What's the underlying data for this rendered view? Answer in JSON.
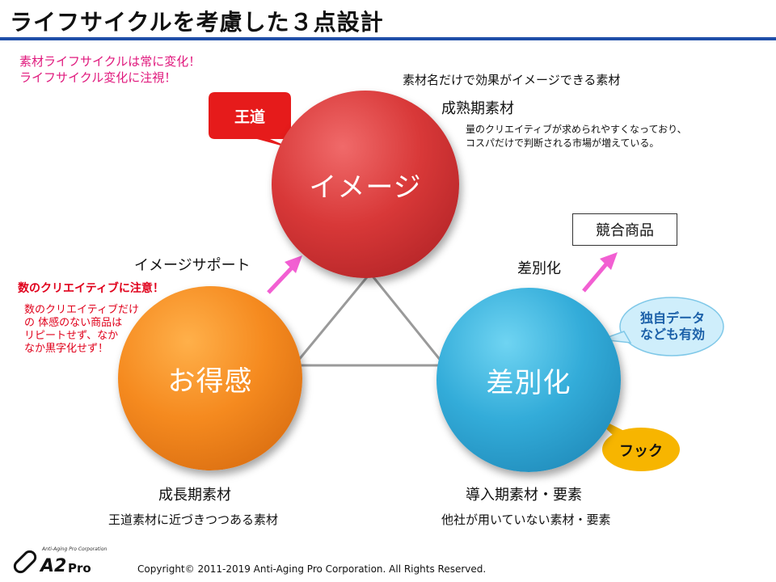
{
  "title": "ライフサイクルを考慮した３点設計",
  "notes": {
    "top_left_line1": "素材ライフサイクルは常に変化！",
    "top_left_line2": "ライフサイクル変化に注視！",
    "left_warning_title": "数のクリエイティブに注意！",
    "left_warning_lines": [
      "数のクリエイティブだけ",
      "の 体感のない商品は",
      "リピートせず、なか",
      "なか黒字化せず！"
    ]
  },
  "circles": {
    "image": "イメージ",
    "otoku": "お得感",
    "sabetsu": "差別化"
  },
  "callouts": {
    "oudou": "王道",
    "dokuji_line1": "独自データ",
    "dokuji_line2": "なども有効",
    "hook": "フック"
  },
  "labels": {
    "top_desc": "素材名だけで効果がイメージできる素材",
    "mature": "成熟期素材",
    "mature_desc_line1": "量のクリエイティブが求められやすくなっており、",
    "mature_desc_line2": "コスパだけで判断される市場が増えている。",
    "competitor": "競合商品",
    "image_support": "イメージサポート",
    "sabetsuka": "差別化",
    "growth": "成長期素材",
    "growth_desc": "王道素材に近づきつつある素材",
    "intro": "導入期素材・要素",
    "intro_desc": "他社が用いていない素材・要素"
  },
  "footer": {
    "copyright": "Copyright© 2011-2019  Anti-Aging Pro Corporation. All Rights Reserved.",
    "logo_small": "Anti-Aging Pro Corporation",
    "logo_main": "A2",
    "logo_pro": "Pro"
  },
  "colors": {
    "title_rule": "#1f4ea8",
    "pink": "#e0197d",
    "red": "#e0001b",
    "circle_image": "#d83838",
    "circle_otoku": "#f58a1f",
    "circle_sabetsu": "#33acd9",
    "hook_yellow": "#f7b500",
    "arrow_pink": "#f25fd2"
  }
}
